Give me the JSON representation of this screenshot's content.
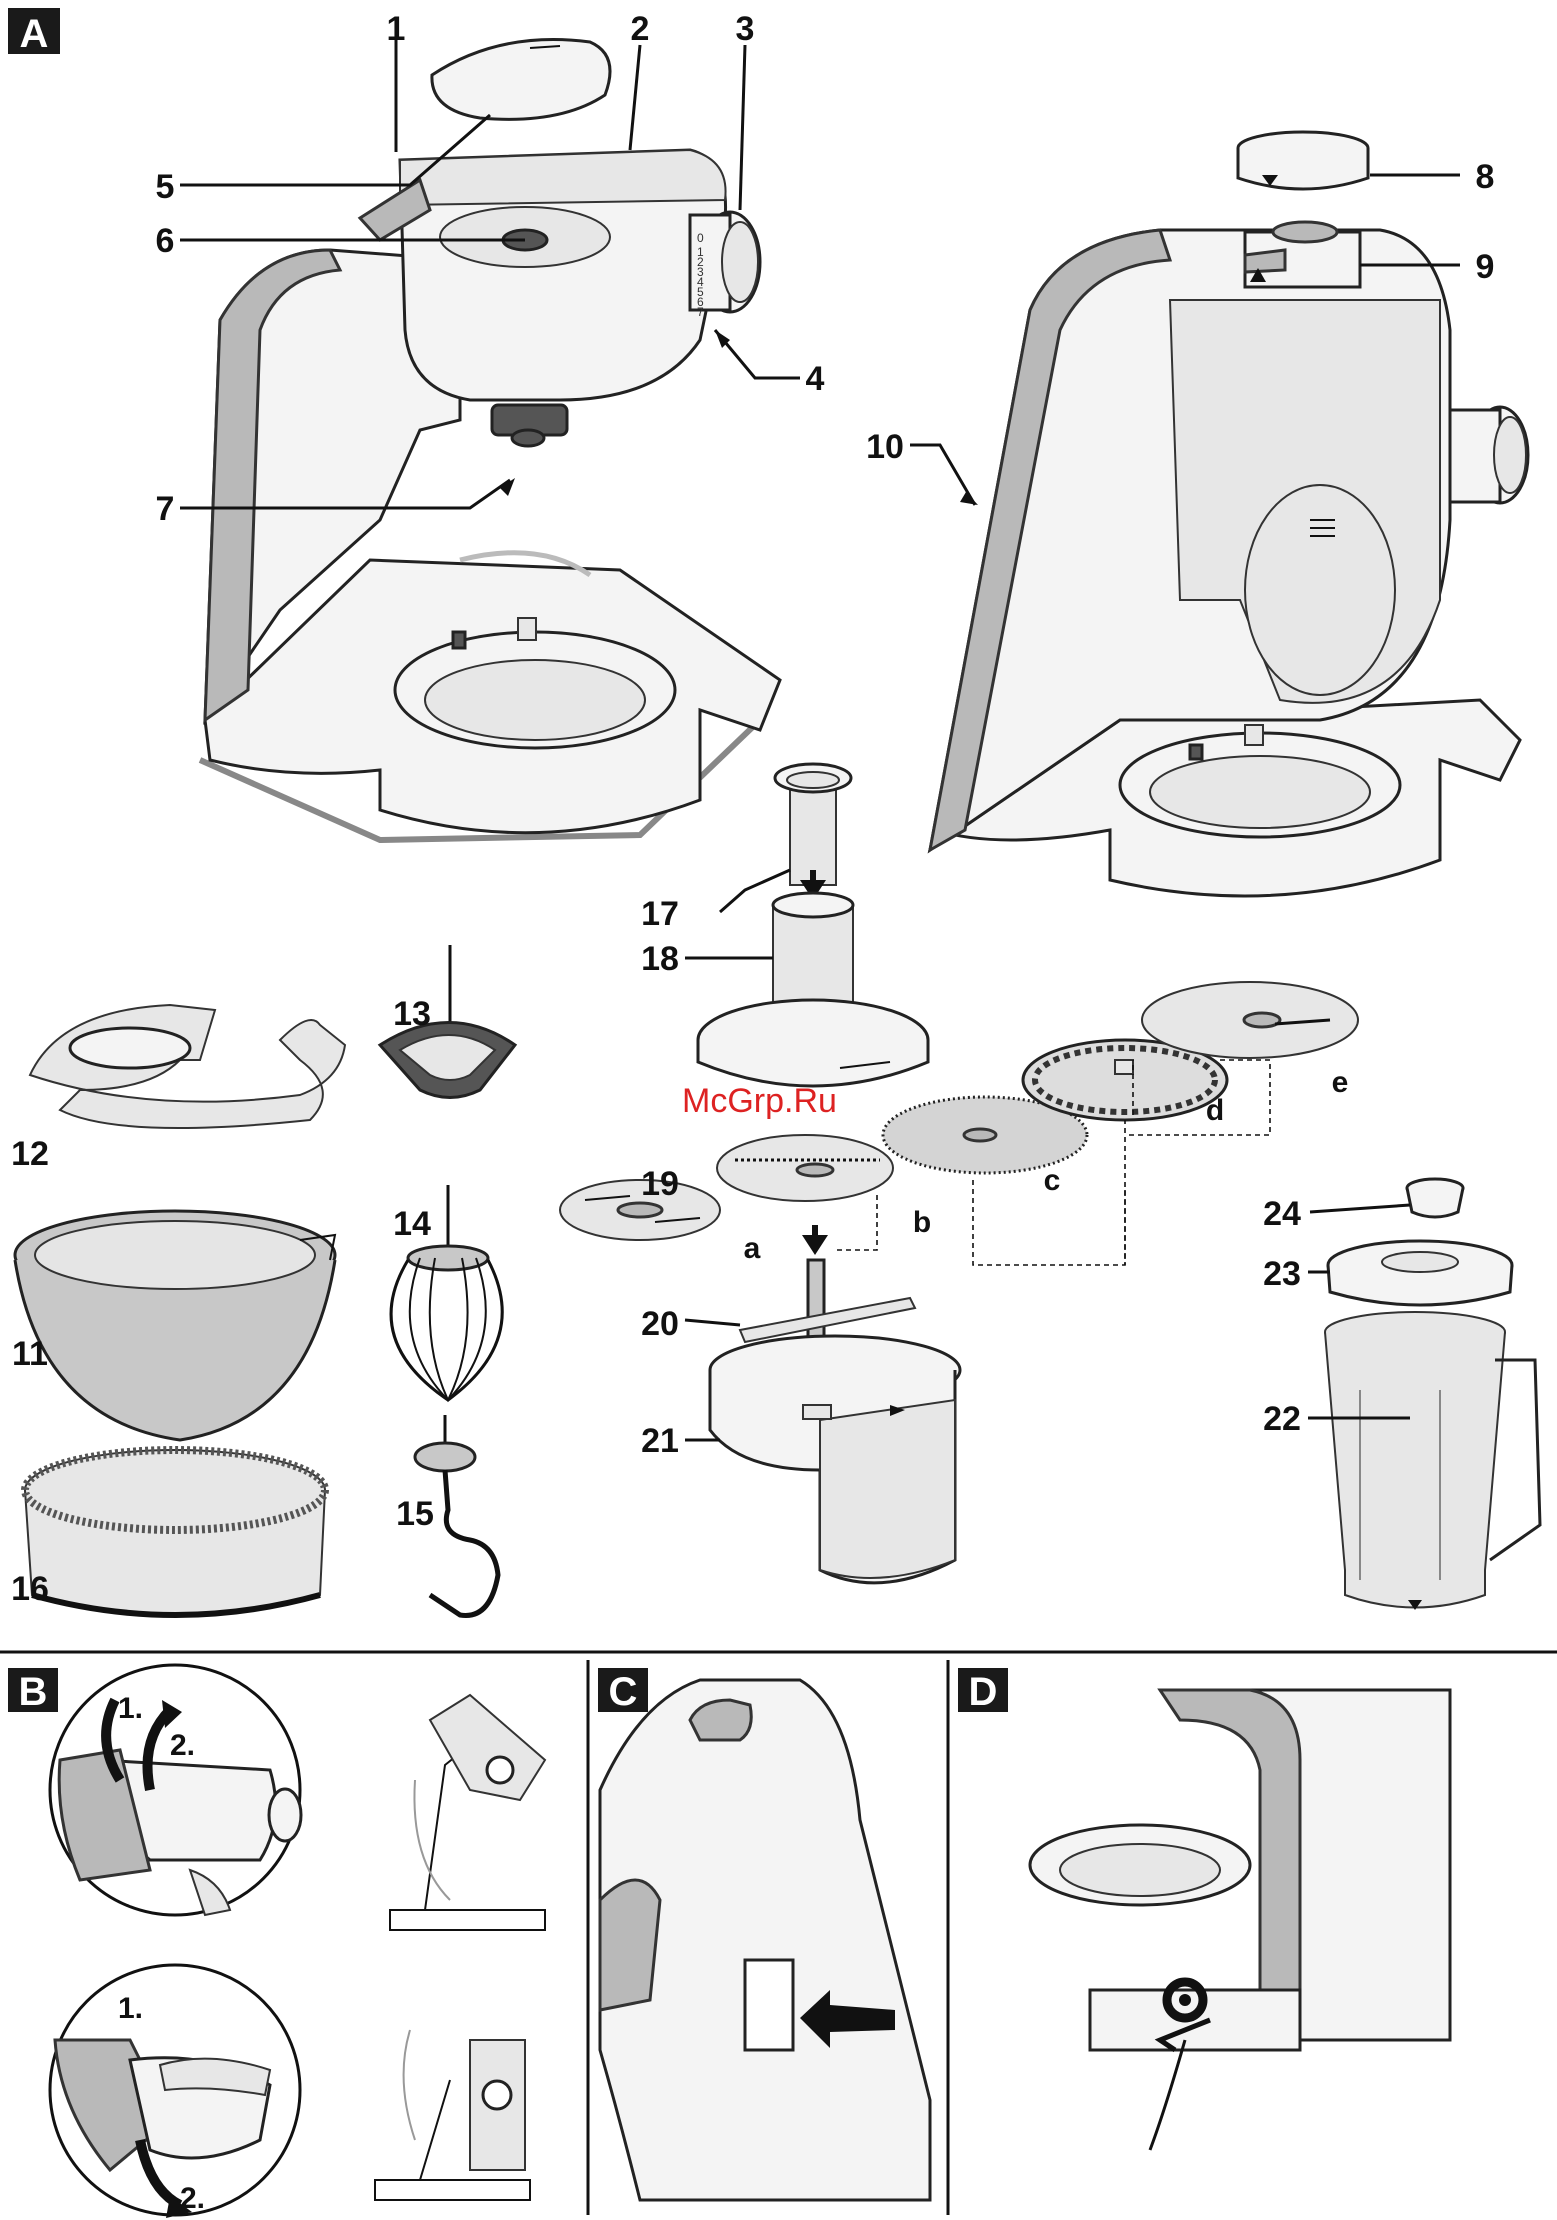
{
  "sections": {
    "A": "A",
    "B": "B",
    "C": "C",
    "D": "D"
  },
  "callouts": {
    "n1": "1",
    "n2": "2",
    "n3": "3",
    "n4": "4",
    "n5": "5",
    "n6": "6",
    "n7": "7",
    "n8": "8",
    "n9": "9",
    "n10": "10",
    "n11": "11",
    "n12": "12",
    "n13": "13",
    "n14": "14",
    "n15": "15",
    "n16": "16",
    "n17": "17",
    "n18": "18",
    "n19": "19",
    "n20": "20",
    "n21": "21",
    "n22": "22",
    "n23": "23",
    "n24": "24"
  },
  "disc_letters": {
    "a": "a",
    "b": "b",
    "c": "c",
    "d": "d",
    "e": "e"
  },
  "steps": {
    "b_top_1": "1.",
    "b_top_2": "2.",
    "b_bot_1": "1.",
    "b_bot_2": "2."
  },
  "dial_marks": [
    "0",
    "1",
    "2",
    "3",
    "4",
    "5",
    "6",
    "7"
  ],
  "watermark": "McGrp.Ru",
  "colors": {
    "section_badge": "#1a1a1a",
    "watermark": "#d22222",
    "appliance_body": "#f4f4f4",
    "appliance_trim": "#b9b9b9"
  }
}
